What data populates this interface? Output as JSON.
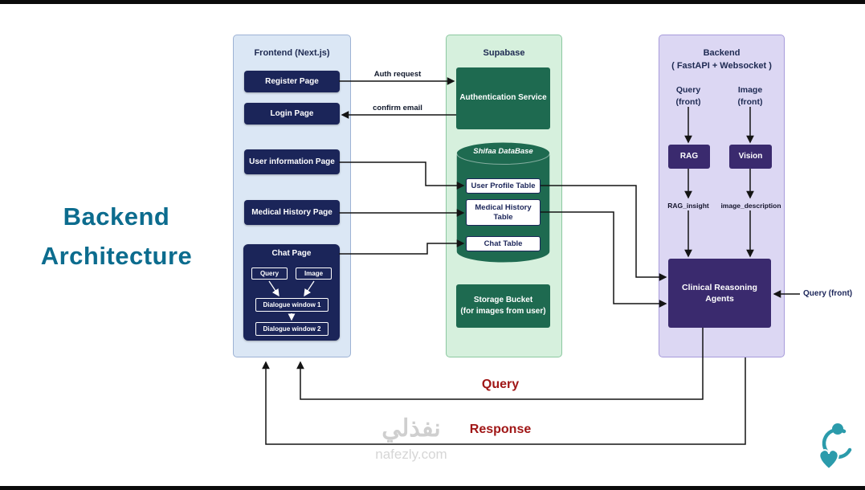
{
  "title": {
    "line1": "Backend",
    "line2": "Architecture"
  },
  "frontend": {
    "header": "Frontend (Next.js)",
    "register_page": "Register Page",
    "login_page": "Login Page",
    "user_info_page": "User information Page",
    "medical_history_page": "Medical History Page",
    "chat": {
      "header": "Chat Page",
      "query": "Query",
      "image": "Image",
      "dialogue_window_1": "Dialogue window 1",
      "dialogue_window_2": "Dialogue window 2"
    }
  },
  "supabase": {
    "header": "Supabase",
    "auth_service": "Authentication Service",
    "database": {
      "name": "Shifaa DataBase",
      "tables": [
        "User Profile Table",
        "Medical History Table",
        "Chat Table"
      ]
    },
    "storage": {
      "line1": "Storage Bucket",
      "line2": "(for images from user)"
    }
  },
  "backend": {
    "header": {
      "line1": "Backend",
      "line2": "( FastAPI + Websocket )"
    },
    "query_front": {
      "line1": "Query",
      "line2": "(front)"
    },
    "image_front": {
      "line1": "Image",
      "line2": "(front)"
    },
    "rag": "RAG",
    "vision": "Vision",
    "rag_insight": "RAG_insight",
    "image_description": "image_description",
    "clinical": {
      "line1": "Clinical Reasoning",
      "line2": "Agents"
    }
  },
  "arrows": {
    "auth_request": "Auth request",
    "confirm_email": "confirm email",
    "query_front_external": "Query (front)",
    "query": "Query",
    "response": "Response"
  },
  "watermark": {
    "arabic": "نفذلي",
    "domain": "nafezly.com"
  },
  "colors": {
    "title": "#0c6c8e",
    "navy": "#1b2559",
    "frontend_bg": "#dbe7f5",
    "supabase_bg": "#d6f0dd",
    "supabase_dark": "#1e6a50",
    "backend_bg": "#dcd7f3",
    "backend_dark": "#3a2a6e",
    "arrow_label_red": "#a01616",
    "logo_teal": "#2b9bab"
  }
}
